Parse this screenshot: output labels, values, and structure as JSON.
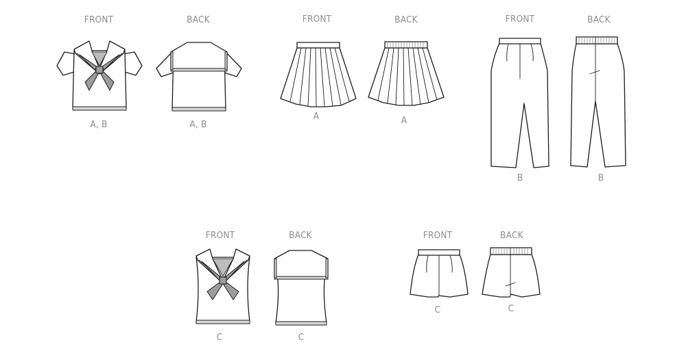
{
  "diagram": {
    "type": "sewing-pattern-technical-drawings",
    "line_color": "#1a1a1a",
    "label_color": "#8c8c8c",
    "accent_fill": "#9d9d9d",
    "groups": [
      {
        "garment": "short-sleeve sailor blouse",
        "views": [
          {
            "label": "FRONT",
            "variants": "A, B"
          },
          {
            "label": "BACK",
            "variants": "A, B"
          }
        ]
      },
      {
        "garment": "pleated skirt",
        "views": [
          {
            "label": "FRONT",
            "variants": "A"
          },
          {
            "label": "BACK",
            "variants": "A"
          }
        ]
      },
      {
        "garment": "pants",
        "views": [
          {
            "label": "FRONT",
            "variants": "B"
          },
          {
            "label": "BACK",
            "variants": "B"
          }
        ]
      },
      {
        "garment": "sleeveless sailor top",
        "views": [
          {
            "label": "FRONT",
            "variants": "C"
          },
          {
            "label": "BACK",
            "variants": "C"
          }
        ]
      },
      {
        "garment": "shorts",
        "views": [
          {
            "label": "FRONT",
            "variants": "C"
          },
          {
            "label": "BACK",
            "variants": "C"
          }
        ]
      }
    ]
  }
}
